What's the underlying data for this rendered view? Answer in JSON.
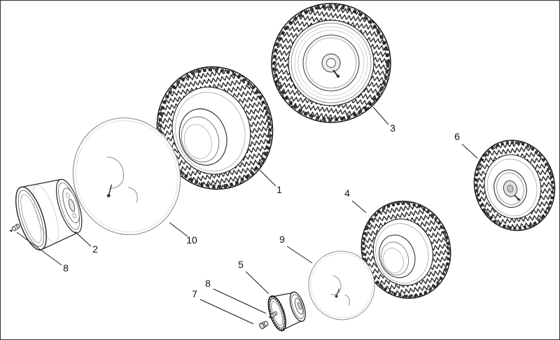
{
  "diagram": {
    "kind": "exploded-parts-diagram",
    "subject": "wheels-tires-rims",
    "background": "#ffffff",
    "line_color": "#1a1a1a",
    "light_line_color": "#8c8c8c",
    "callouts": {
      "c1": "1",
      "c2": "2",
      "c3": "3",
      "c4": "4",
      "c5": "5",
      "c6": "6",
      "c7": "7",
      "c8a": "8",
      "c8b": "8",
      "c9": "9",
      "c10": "10"
    },
    "parts": [
      {
        "callout": "1",
        "icon": "tire-angled-large-icon"
      },
      {
        "callout": "2",
        "icon": "wheel-rim-large-icon"
      },
      {
        "callout": "3",
        "icon": "tire-front-large-icon"
      },
      {
        "callout": "4",
        "icon": "tire-angled-medium-icon"
      },
      {
        "callout": "5",
        "icon": "wheel-rim-small-icon"
      },
      {
        "callout": "6",
        "icon": "tire-front-small-icon"
      },
      {
        "callout": "7",
        "icon": "valve-cap-icon"
      },
      {
        "callout": "8",
        "icon": "valve-stem-icon"
      },
      {
        "callout": "9",
        "icon": "inner-tube-small-icon"
      },
      {
        "callout": "10",
        "icon": "inner-tube-large-icon"
      }
    ]
  }
}
